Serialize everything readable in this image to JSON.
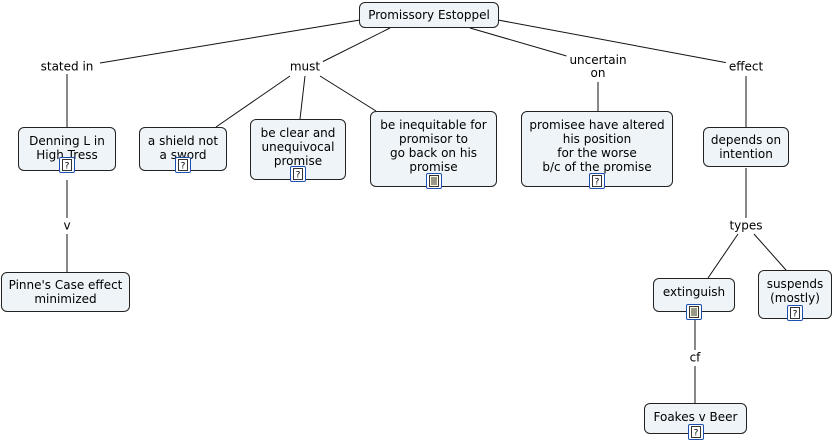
{
  "root": {
    "label": "Promissory Estoppel"
  },
  "links": {
    "stated_in": "stated in",
    "must": "must",
    "uncertain_on": "uncertain\non",
    "effect": "effect",
    "v": "v",
    "types": "types",
    "cf": "cf"
  },
  "nodes": {
    "denning": {
      "label": "Denning L in\nHigh Tress",
      "icon": "question-doc-icon"
    },
    "pinnes": {
      "label": "Pinne's Case effect\nminimized"
    },
    "shield": {
      "label": "a shield not\na sword",
      "icon": "question-doc-icon"
    },
    "clear": {
      "label": "be clear and\nunequivocal\npromise",
      "icon": "question-doc-icon"
    },
    "inequitable": {
      "label": "be inequitable for\npromisor to\ngo back on his\npromise",
      "icon": "text-doc-icon"
    },
    "promisee": {
      "label": "promisee have altered\nhis position\nfor the worse\nb/c of the promise",
      "icon": "question-doc-icon"
    },
    "depends": {
      "label": "depends on\nintention"
    },
    "extinguish": {
      "label": "extinguish",
      "icon": "text-doc-icon"
    },
    "suspends": {
      "label": "suspends\n(mostly)",
      "icon": "question-doc-icon"
    },
    "foakes": {
      "label": "Foakes v Beer",
      "icon": "question-doc-icon"
    }
  }
}
